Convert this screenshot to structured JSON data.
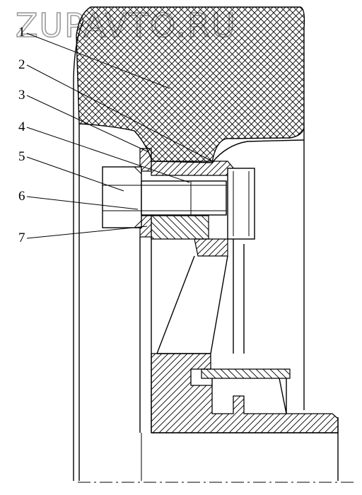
{
  "watermark": "ZUPAVTO.RU",
  "callouts": [
    {
      "num": "1"
    },
    {
      "num": "2"
    },
    {
      "num": "3"
    },
    {
      "num": "4"
    },
    {
      "num": "5"
    },
    {
      "num": "6"
    },
    {
      "num": "7"
    }
  ],
  "colors": {
    "line": "#000000",
    "watermark": "#9a9a9a",
    "background": "#ffffff"
  }
}
